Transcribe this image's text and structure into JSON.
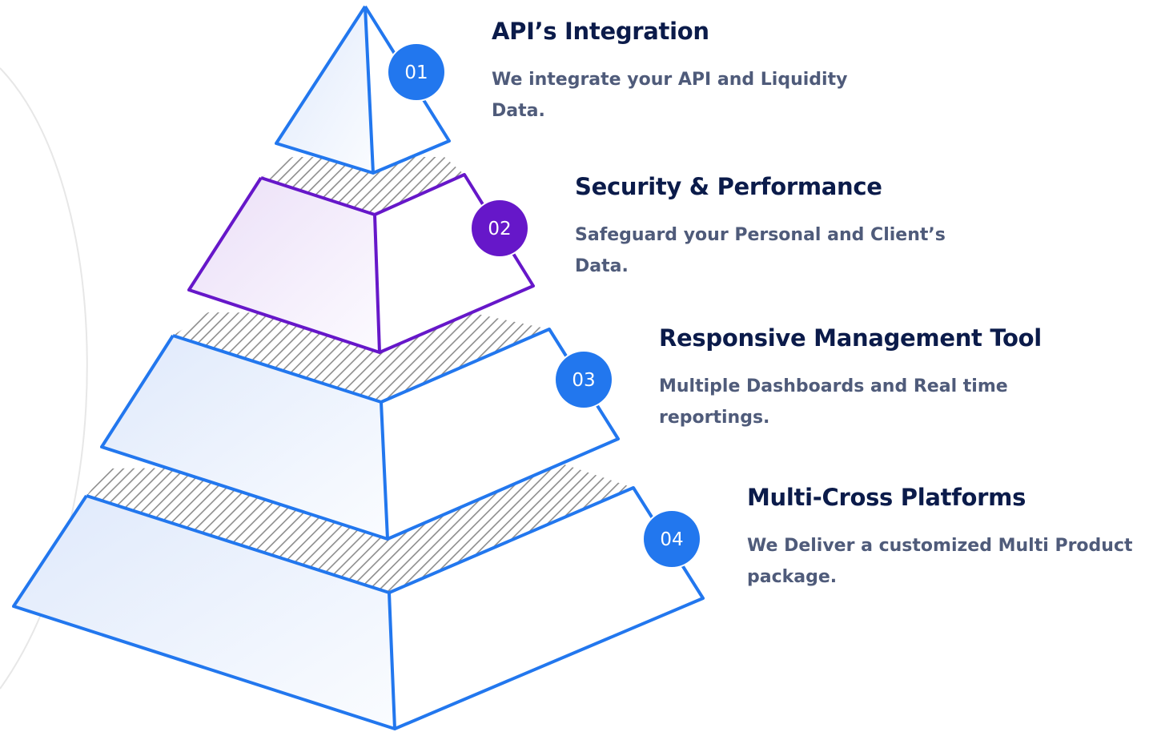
{
  "colors": {
    "blue": "#2277ee",
    "purple": "#6617c9",
    "title": "#0b1b4a",
    "text": "#4f5b7a"
  },
  "steps": [
    {
      "number": "01",
      "title": "API’s Integration",
      "description": "We integrate your API and Liquidity Data.",
      "color": "#2277ee"
    },
    {
      "number": "02",
      "title": "Security & Performance",
      "description": "Safeguard your Personal and Client’s Data.",
      "color": "#6617c9"
    },
    {
      "number": "03",
      "title": "Responsive Management Tool",
      "description": "Multiple Dashboards and Real time reportings.",
      "color": "#2277ee"
    },
    {
      "number": "04",
      "title": "Multi-Cross Platforms",
      "description": "We Deliver a customized Multi Product package.",
      "color": "#2277ee"
    }
  ]
}
